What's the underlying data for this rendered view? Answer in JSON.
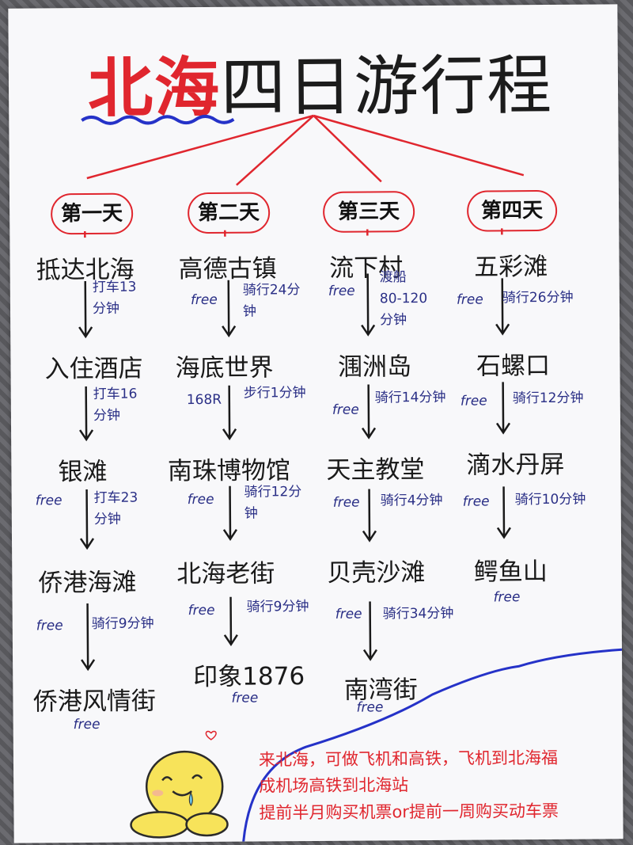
{
  "title": {
    "red": "北海",
    "black": "四日游行程"
  },
  "days": [
    {
      "label": "第一天",
      "places": [
        "抵达北海",
        "入住酒店",
        "银滩",
        "侨港海滩",
        "侨港风情街"
      ],
      "transports": [
        {
          "free": "",
          "text": "打车13\n分钟"
        },
        {
          "free": "",
          "text": "打车16\n分钟"
        },
        {
          "free": "free",
          "text": "打车23\n分钟"
        },
        {
          "free": "free",
          "text": "骑行9分钟"
        }
      ],
      "end_free": "free"
    },
    {
      "label": "第二天",
      "places": [
        "高德古镇",
        "海底世界",
        "南珠博物馆",
        "北海老街",
        "印象1876"
      ],
      "transports": [
        {
          "free": "free",
          "text": "骑行24分\n钟"
        },
        {
          "free": "168R",
          "text": "步行1分钟"
        },
        {
          "free": "free",
          "text": "骑行12分\n钟"
        },
        {
          "free": "free",
          "text": "骑行9分钟"
        }
      ],
      "end_free": "free"
    },
    {
      "label": "第三天",
      "places": [
        "流下村",
        "涠洲岛",
        "天主教堂",
        "贝壳沙滩",
        "南湾街"
      ],
      "transports": [
        {
          "free": "free",
          "text": "渡船\n80-120\n分钟"
        },
        {
          "free": "free",
          "text": "骑行14分钟"
        },
        {
          "free": "free",
          "text": "骑行4分钟"
        },
        {
          "free": "free",
          "text": "骑行34分钟"
        }
      ],
      "end_free": "free"
    },
    {
      "label": "第四天",
      "places": [
        "五彩滩",
        "石螺口",
        "滴水丹屏",
        "鳄鱼山"
      ],
      "transports": [
        {
          "free": "free",
          "text": "骑行26分钟"
        },
        {
          "free": "free",
          "text": "骑行12分钟"
        },
        {
          "free": "free",
          "text": "骑行10分钟"
        }
      ],
      "end_free": "free"
    }
  ],
  "tips": [
    "来北海，可做飞机和高铁，飞机到北海福",
    "成机场高铁到北海站",
    "提前半月购买机票or提前一周购买动车票"
  ],
  "colors": {
    "red": "#e0262e",
    "blue_ink": "#2a2f86",
    "blue_line": "#2532c8"
  }
}
